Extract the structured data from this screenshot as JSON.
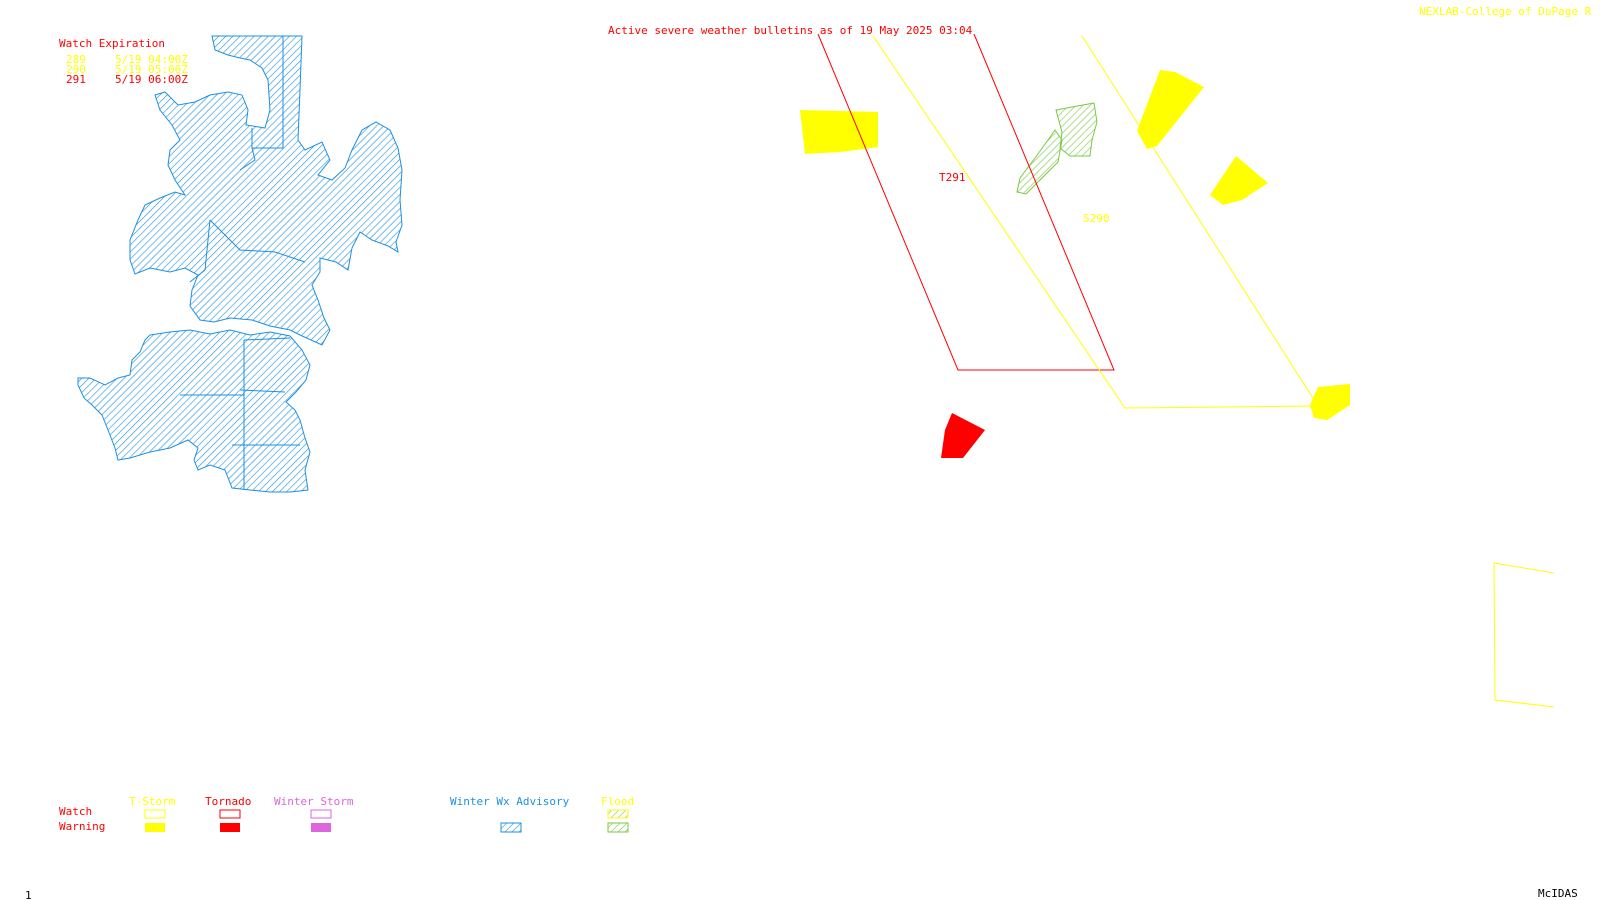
{
  "header": {
    "title": "Active severe weather bulletins as of 19 May 2025 03:04",
    "credit": "NEXLAB-College of DuPage R"
  },
  "watch_expiration": {
    "heading": "Watch Expiration",
    "rows": [
      {
        "id": "289",
        "time": "5/19 04:00Z",
        "color": "#ffff00"
      },
      {
        "id": "290",
        "time": "5/19 05:00Z",
        "color": "#ffff00"
      },
      {
        "id": "291",
        "time": "5/19 06:00Z",
        "color": "#ff0000"
      }
    ]
  },
  "map_labels": {
    "tornado_watch": "T291",
    "severe_watch": "S290"
  },
  "legend": {
    "row_watch": "Watch",
    "row_warning": "Warning",
    "columns": [
      {
        "label": "T-Storm",
        "color": "#ffff00"
      },
      {
        "label": "Tornado",
        "color": "#ff0000"
      },
      {
        "label": "Winter Storm",
        "color": "#dd66dd"
      },
      {
        "label": "Winter Wx Advisory",
        "color": "#1e90e0"
      },
      {
        "label": "Flood",
        "color": "#7ac943"
      }
    ]
  },
  "footer": {
    "frame_number": "1",
    "software": "McIDAS"
  },
  "colors": {
    "tstorm": "#ffff00",
    "tornado": "#ff0000",
    "winter_storm": "#dd66dd",
    "winter_advisory": "#1e90e0",
    "flood": "#7ac943",
    "text_black": "#000000"
  }
}
